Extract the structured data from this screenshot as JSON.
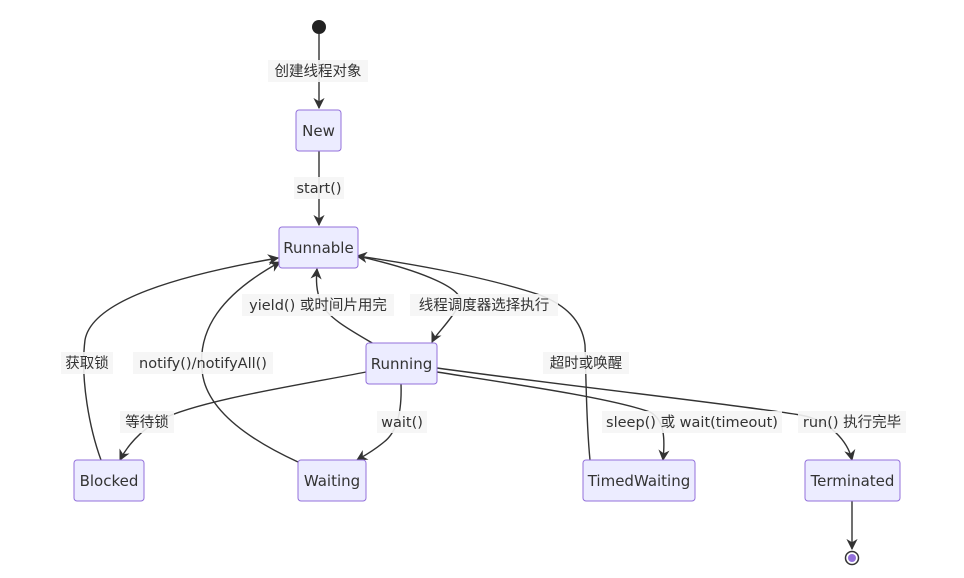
{
  "states": {
    "new": "New",
    "runnable": "Runnable",
    "running": "Running",
    "blocked": "Blocked",
    "waiting": "Waiting",
    "timed_waiting": "TimedWaiting",
    "terminated": "Terminated"
  },
  "transitions": {
    "start_to_new": "创建线程对象",
    "new_to_runnable": "start()",
    "runnable_to_running": "线程调度器选择执行",
    "running_to_runnable": "yield() 或时间片用完",
    "running_to_blocked": "等待锁",
    "blocked_to_runnable": "获取锁",
    "running_to_waiting": "wait()",
    "waiting_to_runnable": "notify()/notifyAll()",
    "running_to_timed_waiting": "sleep() 或 wait(timeout)",
    "timed_waiting_to_runnable": "超时或唤醒",
    "running_to_terminated": "run() 执行完毕"
  },
  "colors": {
    "state_fill": "#ececff",
    "state_border": "#9370db",
    "edge": "#333333",
    "label_background": "#f5f5f5",
    "end_marker": "#9370db"
  }
}
